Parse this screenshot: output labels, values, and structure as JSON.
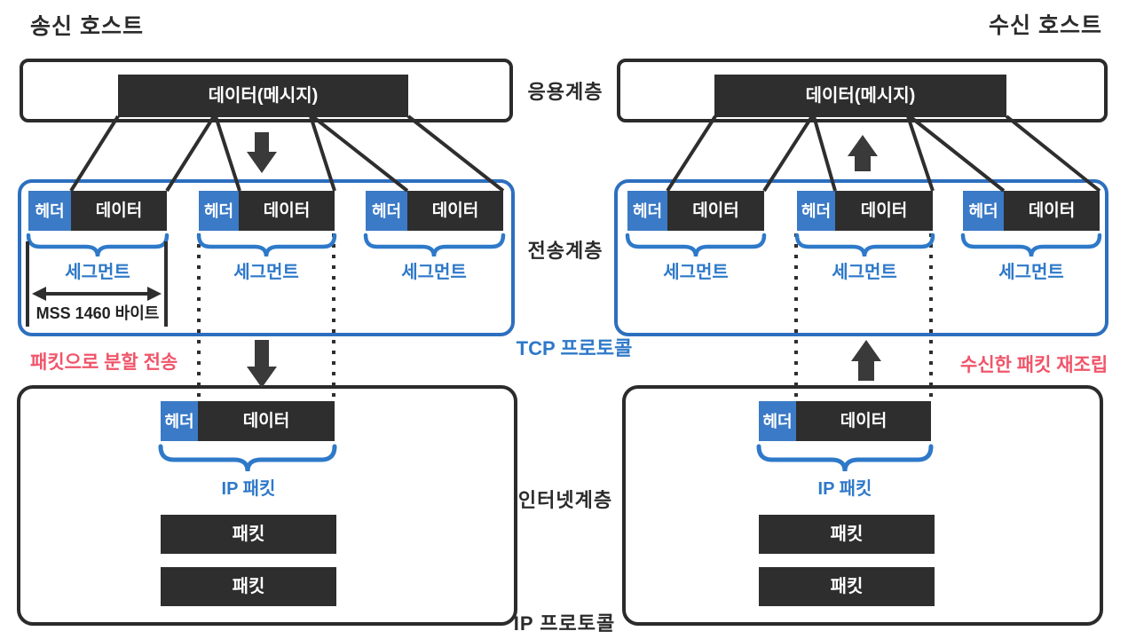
{
  "titles": {
    "sender": "송신 호스트",
    "receiver": "수신 호스트"
  },
  "layers": {
    "application": "응용계층",
    "transport": "전송계층",
    "internet": "인터넷계층"
  },
  "protocols": {
    "tcp": "TCP 프로토콜",
    "ip": "IP 프로토콜"
  },
  "annotations": {
    "send": "패킷으로 분할 전송",
    "receive": "수신한 패킷 재조립",
    "mss": "MSS 1460 바이트"
  },
  "blocks": {
    "message": "데이터(메시지)",
    "header": "헤더",
    "data": "데이터",
    "segment": "세그먼트",
    "ip_packet": "IP 패킷",
    "packet": "패킷"
  },
  "colors": {
    "dark": "#2e2e2e",
    "header_blue": "#3b7ac6",
    "border_blue": "#2d6fbf",
    "text_blue": "#2e79c9",
    "text_red": "#f0556a"
  }
}
